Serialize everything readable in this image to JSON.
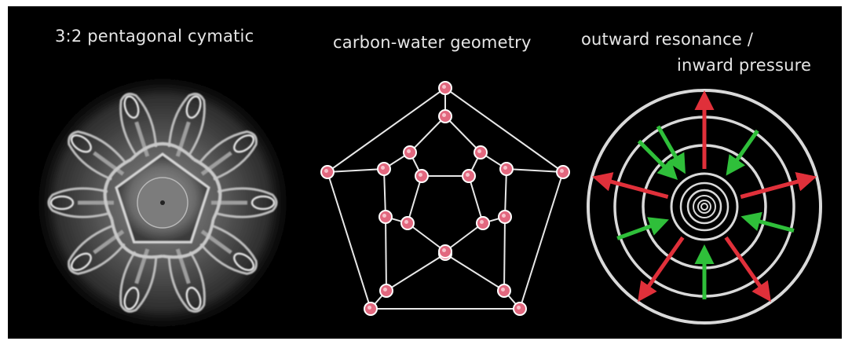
{
  "captions": {
    "cymatic": "3:2 pentagonal cymatic",
    "geometry": "carbon-water geometry",
    "resonance_line1": "outward resonance /",
    "resonance_line2": "inward pressure"
  },
  "colors": {
    "background": "#000000",
    "caption_text": "#e6e6e6",
    "node_fill": "#e2687f",
    "node_stroke": "#ffffff",
    "edge": "#e8e8e8",
    "ring": "#d9d9d9",
    "outward_arrow": "#e0303a",
    "inward_arrow": "#2fbf3a"
  },
  "icons": {
    "cymatic": "cymatic-pattern-image",
    "geometry": "dodecahedron-graph",
    "resonance": "concentric-rings-arrows"
  }
}
